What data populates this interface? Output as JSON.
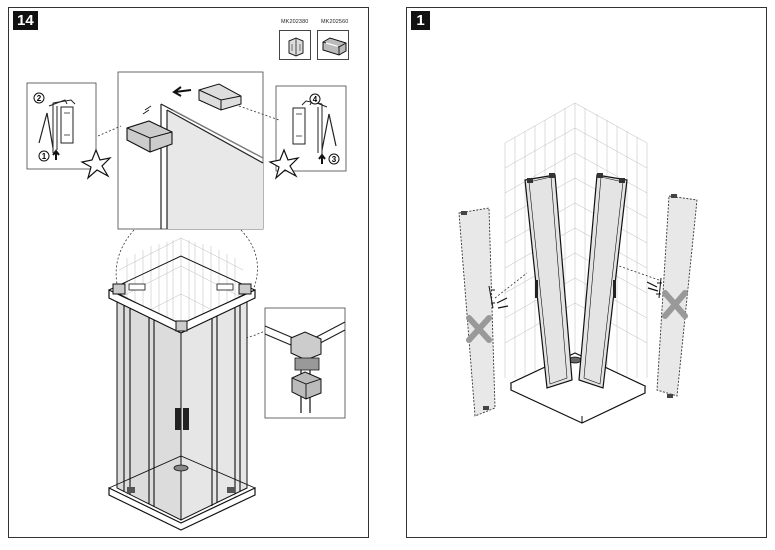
{
  "left_panel": {
    "step_number": "14",
    "parts": [
      {
        "code": "MK202380",
        "icon": "corner-bracket-part-icon"
      },
      {
        "code": "MK202560",
        "icon": "profile-cap-part-icon"
      }
    ],
    "callout_numbers": [
      "1",
      "2",
      "3",
      "4"
    ]
  },
  "right_panel": {
    "step_number": "1"
  }
}
